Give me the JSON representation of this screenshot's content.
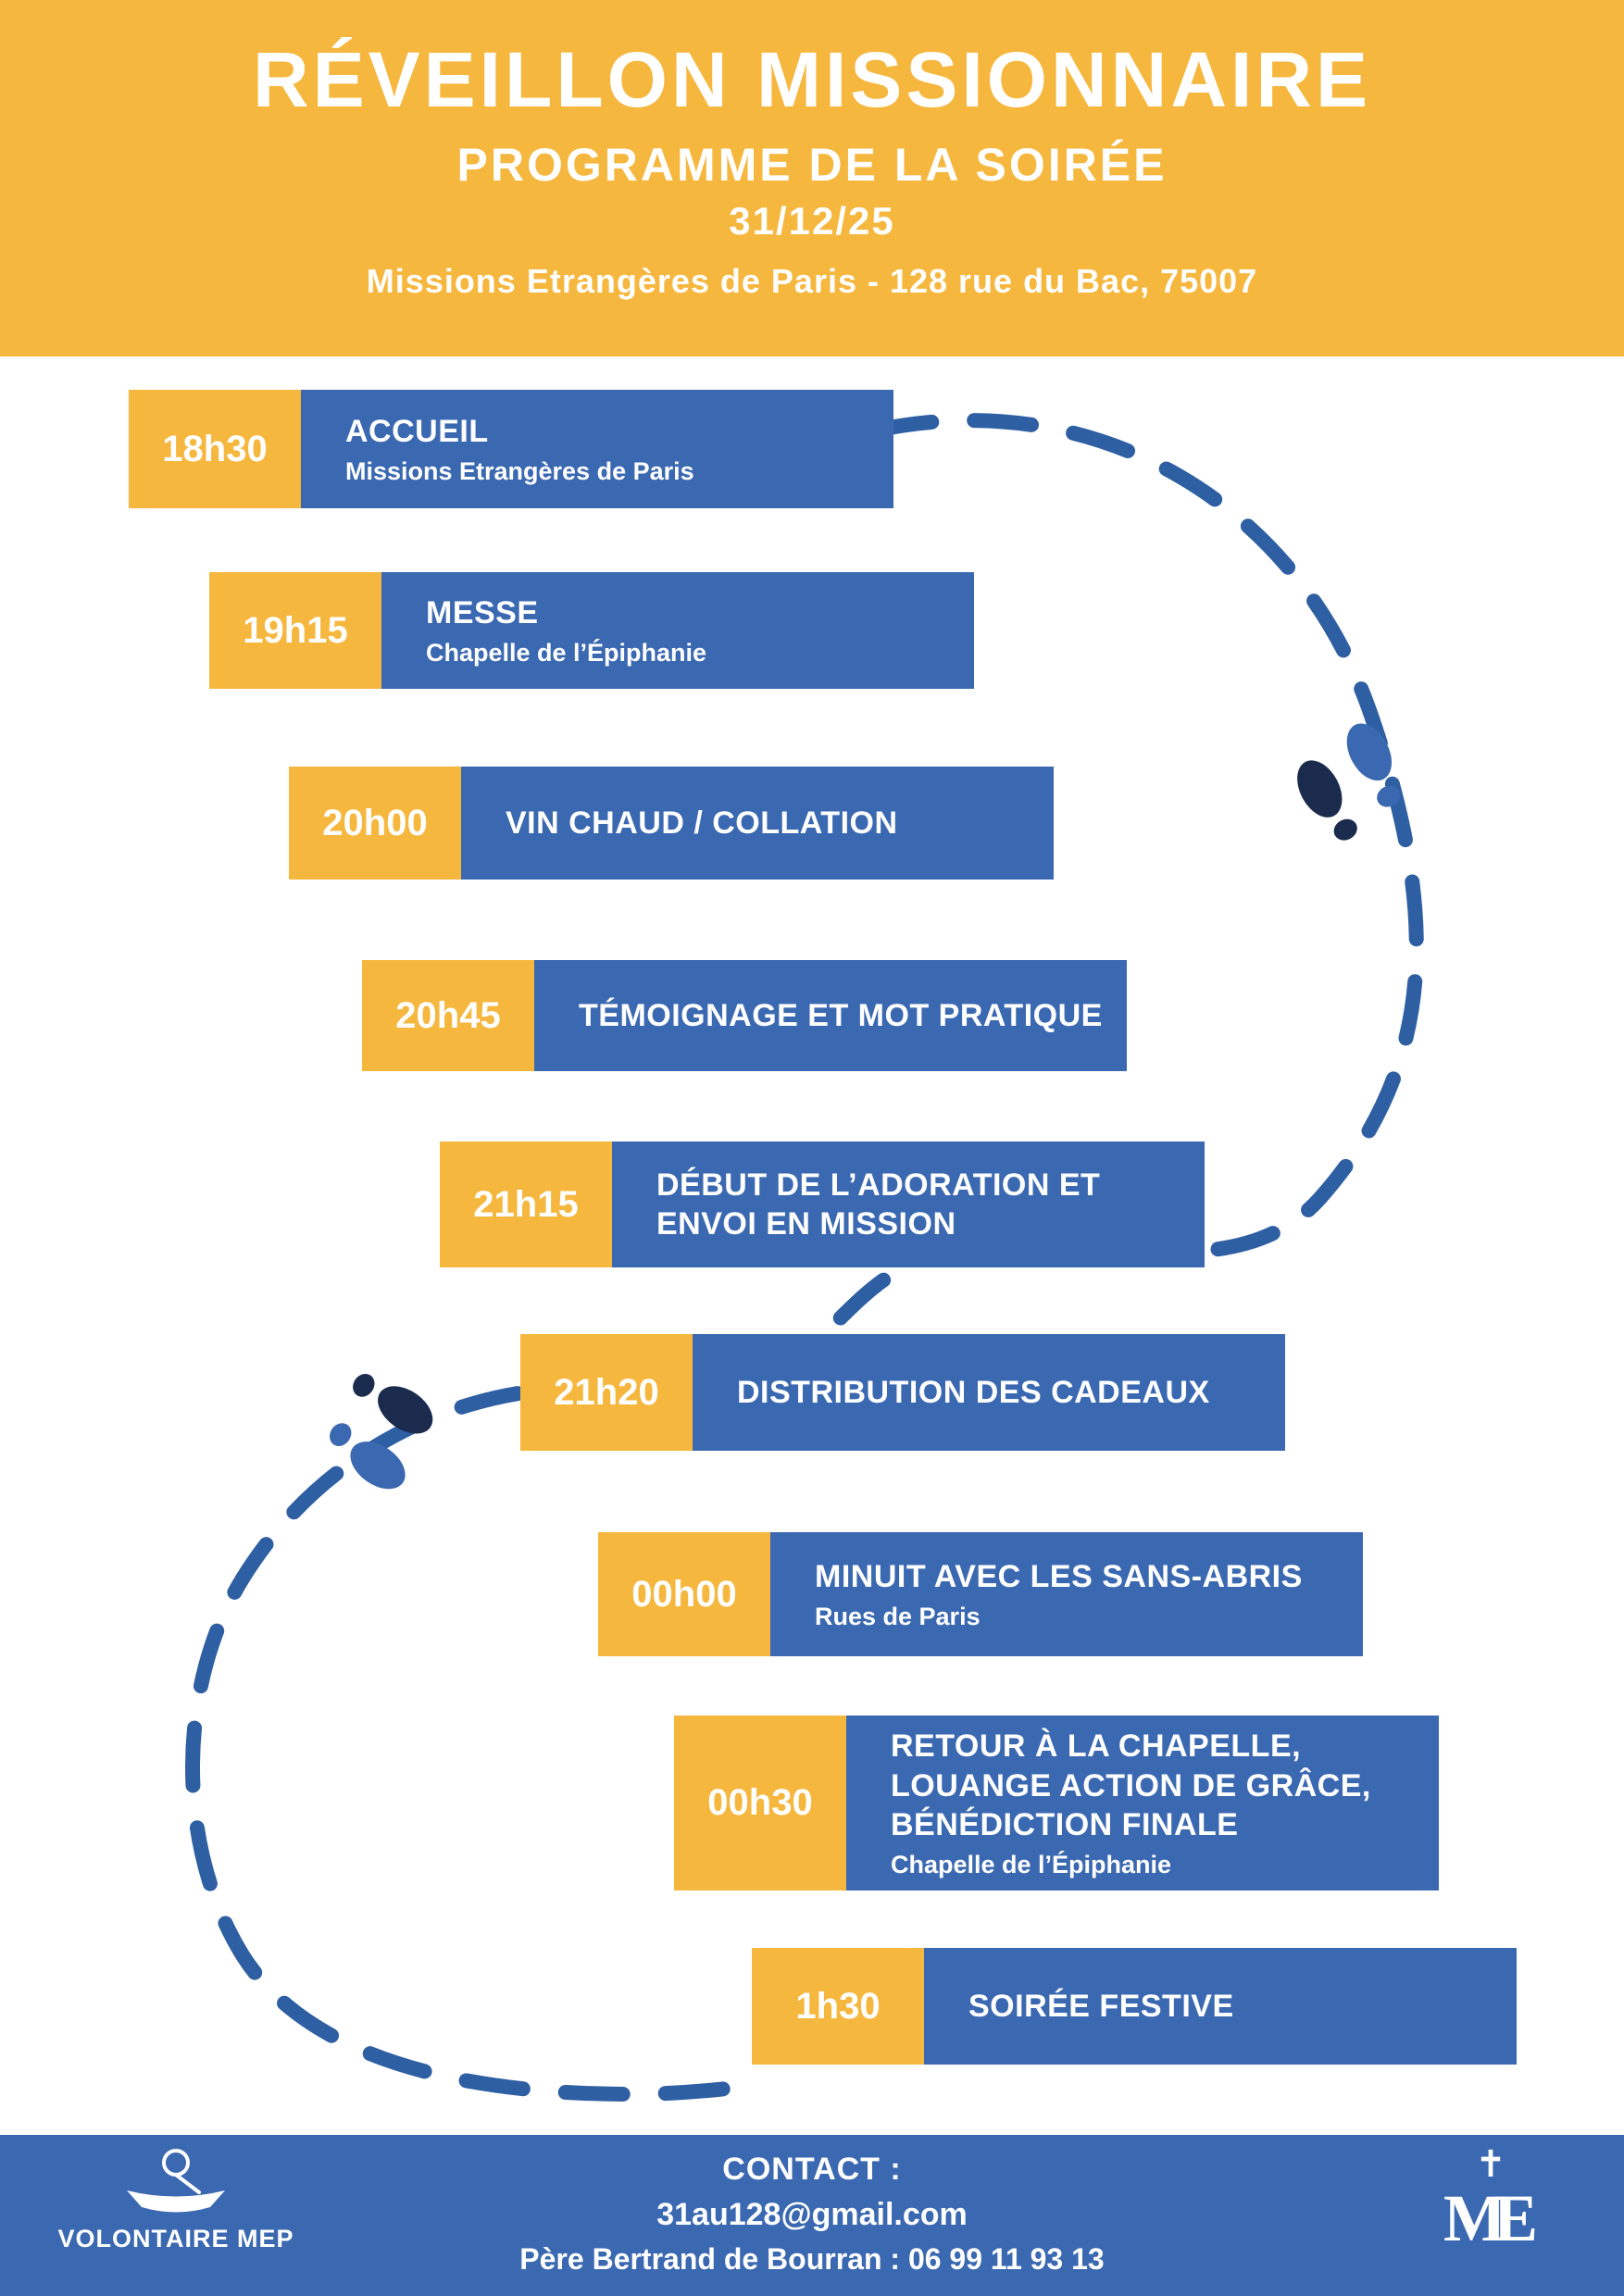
{
  "header": {
    "title": "RÉVEILLON MISSIONNAIRE",
    "subtitle": "PROGRAMME DE LA SOIRÉE",
    "date": "31/12/25",
    "location": "Missions Etrangères de Paris - 128 rue du Bac, 75007"
  },
  "schedule": [
    {
      "time": "18h30",
      "title": "ACCUEIL",
      "subtitle": "Missions Etrangères de Paris"
    },
    {
      "time": "19h15",
      "title": "MESSE",
      "subtitle": "Chapelle de l’Épiphanie"
    },
    {
      "time": "20h00",
      "title": "VIN CHAUD / COLLATION",
      "subtitle": ""
    },
    {
      "time": "20h45",
      "title": "TÉMOIGNAGE ET MOT PRATIQUE",
      "subtitle": ""
    },
    {
      "time": "21h15",
      "title": "DÉBUT DE L’ADORATION ET ENVOI EN MISSION",
      "subtitle": ""
    },
    {
      "time": "21h20",
      "title": "DISTRIBUTION DES CADEAUX",
      "subtitle": ""
    },
    {
      "time": "00h00",
      "title": "MINUIT AVEC LES SANS-ABRIS",
      "subtitle": "Rues de Paris"
    },
    {
      "time": "00h30",
      "title": "RETOUR À LA CHAPELLE, LOUANGE ACTION DE GRÂCE, BÉNÉDICTION FINALE",
      "subtitle": "Chapelle de l’Épiphanie"
    },
    {
      "time": "1h30",
      "title": "SOIRÉE FESTIVE",
      "subtitle": ""
    }
  ],
  "footer": {
    "contact_label": "CONTACT :",
    "email": "31au128@gmail.com",
    "phone_line": "Père Bertrand de Bourran : 06 99 11 93 13",
    "left_logo_label": "VOLONTAIRE MEP",
    "right_logo_label": "ME"
  },
  "icons": {
    "footprints": "footprints-icon",
    "boat_logo": "boat-logo-icon",
    "mep_monogram": "mep-monogram-icon",
    "dashed_trail": "dashed-trail-path"
  },
  "colors": {
    "yellow": "#F6B73E",
    "blue": "#3B69B1",
    "trail_blue": "#2E5FA3",
    "footprint_dark": "#1B2B4D",
    "white": "#FFFFFF"
  }
}
